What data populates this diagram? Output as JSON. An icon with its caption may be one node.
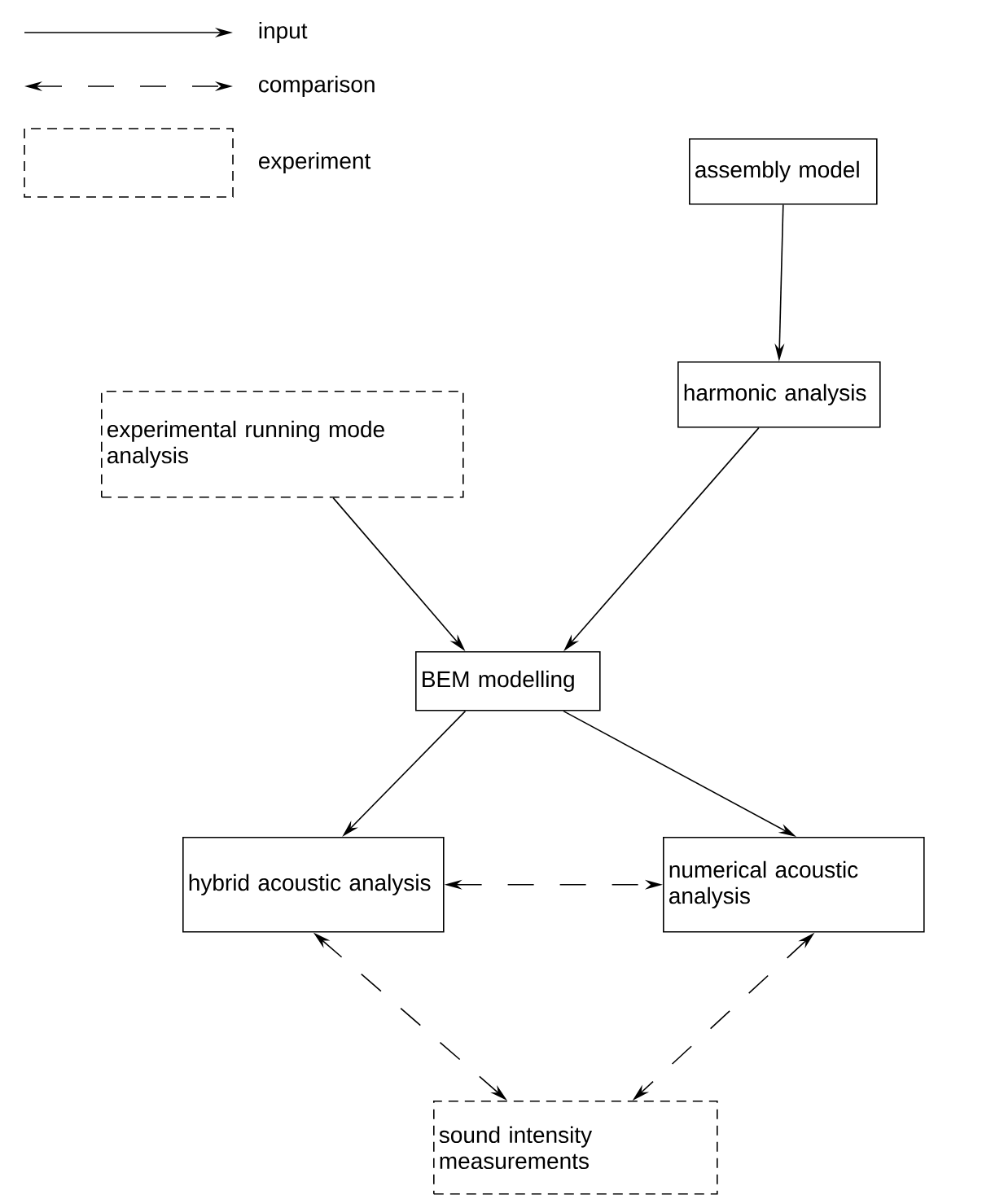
{
  "diagram": {
    "nodes": [
      {
        "text": [
          "assembly model"
        ]
      },
      {
        "text": [
          "experimental running mode analysis"
        ]
      },
      {
        "text": [
          "harmonic analysis"
        ]
      },
      {
        "text": [
          "BEM modelling"
        ]
      },
      {
        "text": [
          "hybrid acoustic analysis"
        ]
      },
      {
        "text": [
          "numerical acoustic analysis"
        ]
      },
      {
        "text": [
          "sound intensity measurements"
        ]
      }
    ],
    "edges": [
      {
        "from": 0,
        "to": 2,
        "arrow": "to"
      },
      {
        "from": 1,
        "to": 3,
        "arrow": "to"
      },
      {
        "from": 2,
        "to": 3,
        "arrow": "to"
      },
      {
        "from": 3,
        "to": 4,
        "arrow": "to"
      },
      {
        "from": 3,
        "to": 5,
        "arrow": "to"
      },
      {
        "from": 4,
        "to": 5,
        "arrow": "both",
        "style": "dashed"
      },
      {
        "from": 4,
        "to": 6,
        "arrow": "both",
        "style": "dashed"
      },
      {
        "from": 5,
        "to": 6,
        "arrow": "both",
        "style": "dashed"
      }
    ],
    "legend": [
      {
        "text": "input"
      },
      {
        "text": "comparison"
      },
      {
        "text": "experiment"
      }
    ]
  }
}
